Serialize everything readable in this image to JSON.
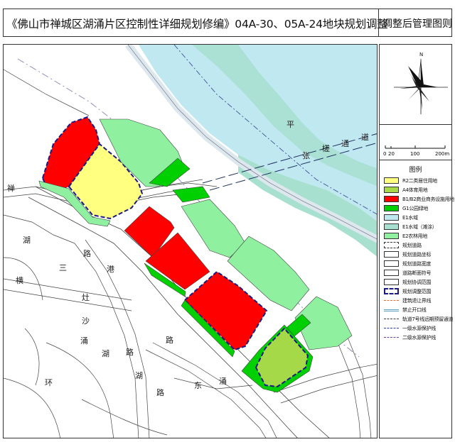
{
  "title": {
    "main": "《佛山市禅城区湖涌片区控制性详细规划修编》04A-30、05A-24地块规划调整",
    "side": "调整后管理图则"
  },
  "compass": {
    "north": "N"
  },
  "scale": {
    "ticks": [
      "0",
      "20",
      "100",
      "200m"
    ]
  },
  "legend": {
    "title": "图例",
    "items": [
      {
        "label": "R2二类居住用地",
        "color": "#ffff80",
        "icon": "fill"
      },
      {
        "label": "A4体育用地",
        "color": "#a6d948",
        "icon": "fill"
      },
      {
        "label": "B1/B2商业商务设施用地",
        "color": "#ff0000",
        "icon": "fill"
      },
      {
        "label": "G1公园绿地",
        "color": "#00d000",
        "icon": "fill"
      },
      {
        "label": "E1水域",
        "color": "#bfe8f0",
        "icon": "fill"
      },
      {
        "label": "E1水域（滩涂）",
        "color": "#a8e0d0",
        "icon": "fill"
      },
      {
        "label": "E2农林用地",
        "color": "#8ff0a0",
        "icon": "fill"
      },
      {
        "label": "规划道路",
        "color": "#ffffff",
        "icon": "road"
      },
      {
        "label": "规划道路坐标",
        "color": "#ffffff",
        "icon": "empty"
      },
      {
        "label": "规划道路宽度",
        "color": "#ffffff",
        "icon": "empty"
      },
      {
        "label": "道路断面符号",
        "color": "#ffffff",
        "icon": "empty"
      },
      {
        "label": "规划协调范围",
        "color": "#ffffff",
        "icon": "empty"
      },
      {
        "label": "规划调整范围",
        "color": "#1a1a80",
        "icon": "dashed-boundary"
      },
      {
        "label": "建筑退让界线",
        "color": "#e07030",
        "icon": "dashed-line"
      },
      {
        "label": "禁止开口线",
        "color": "#60a0c0",
        "icon": "double-line"
      },
      {
        "label": "轨道7号线远期预留通道",
        "color": "#404040",
        "icon": "dash-line"
      },
      {
        "label": "一级水源保护线",
        "color": "#3040a0",
        "icon": "dash-dot"
      },
      {
        "label": "二级水源保护线",
        "color": "#7040a0",
        "icon": "dash-dot-dot"
      }
    ]
  },
  "map": {
    "labels": [
      {
        "text": "禅",
        "id": "chan"
      },
      {
        "text": "湖",
        "id": "hu1"
      },
      {
        "text": "路",
        "id": "lu1"
      },
      {
        "text": "横",
        "id": "heng"
      },
      {
        "text": "三",
        "id": "san"
      },
      {
        "text": "港",
        "id": "gang"
      },
      {
        "text": "灶",
        "id": "zao"
      },
      {
        "text": "沙",
        "id": "sha"
      },
      {
        "text": "涌",
        "id": "yong1"
      },
      {
        "text": "湖",
        "id": "hu2"
      },
      {
        "text": "路",
        "id": "lu2"
      },
      {
        "text": "路",
        "id": "lu3"
      },
      {
        "text": "湖",
        "id": "hu3"
      },
      {
        "text": "路",
        "id": "lu4"
      },
      {
        "text": "东",
        "id": "dong"
      },
      {
        "text": "涌",
        "id": "yong2"
      },
      {
        "text": "环",
        "id": "huan"
      },
      {
        "text": "平",
        "id": "ping"
      },
      {
        "text": "张",
        "id": "zhang"
      },
      {
        "text": "槎",
        "id": "cha"
      },
      {
        "text": "通",
        "id": "tong"
      },
      {
        "text": "道",
        "id": "dao"
      }
    ]
  }
}
